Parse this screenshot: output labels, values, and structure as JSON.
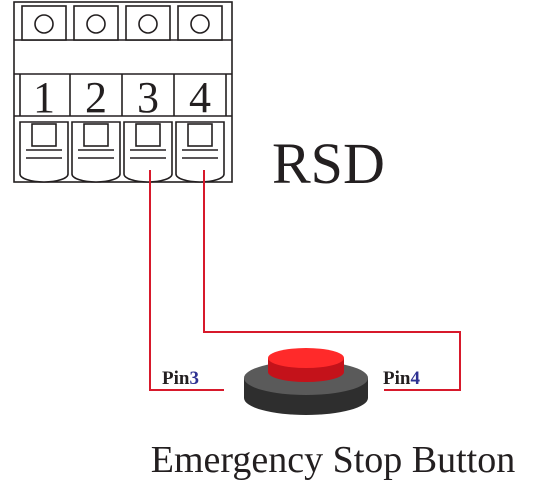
{
  "connector": {
    "pin_numbers": [
      "1",
      "2",
      "3",
      "4"
    ],
    "label": "RSD"
  },
  "wiring": {
    "left_wire": {
      "prefix": "Pin",
      "number": "3"
    },
    "right_wire": {
      "prefix": "Pin",
      "number": "4"
    }
  },
  "button": {
    "caption": "Emergency Stop Button"
  },
  "colors": {
    "wire": "#d7192b",
    "pin_number": "#2e3192",
    "outline": "#231f20",
    "connector_fill": "#ffffff",
    "button_cap": "#e8181f",
    "button_cap_top": "#ff3b3b",
    "button_base": "#3a3a3a",
    "button_base_top": "#5a5a5a"
  }
}
